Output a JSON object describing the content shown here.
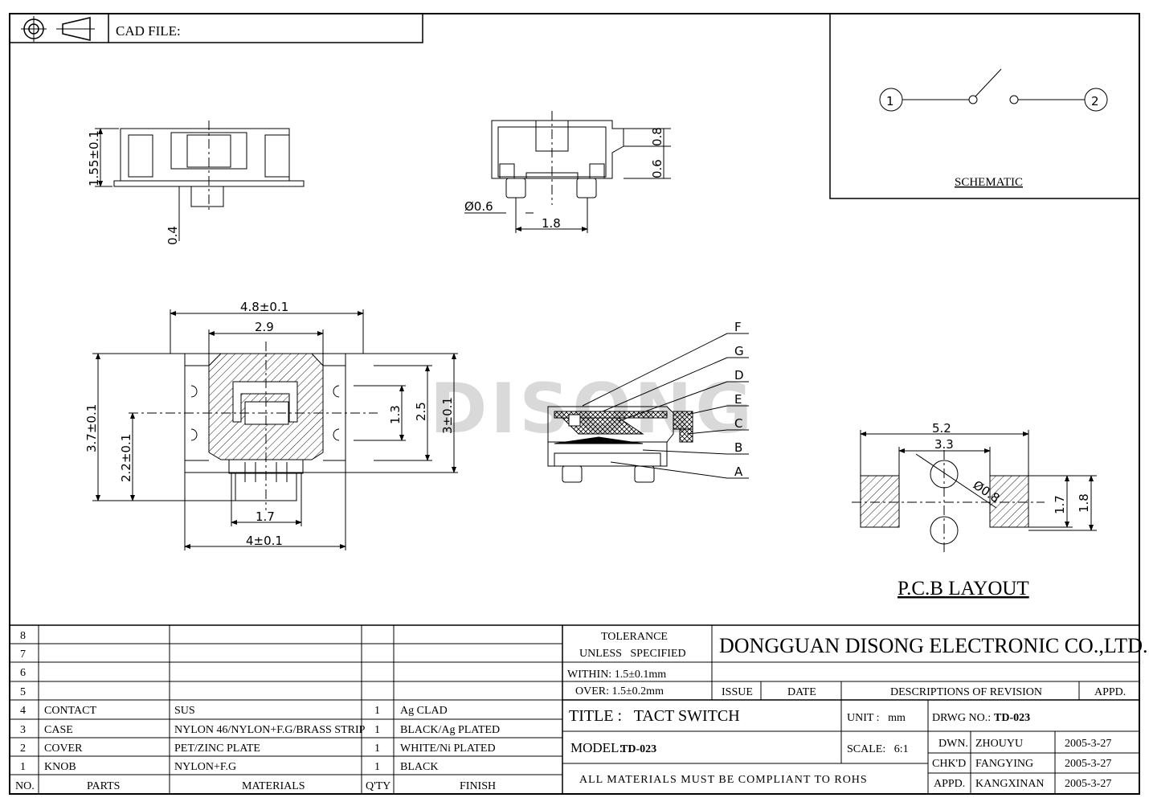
{
  "header": {
    "cad_file_label": "CAD FILE:"
  },
  "schematic": {
    "label": "SCHEMATIC",
    "pin1": "1",
    "pin2": "2"
  },
  "side_view": {
    "dim_height": "1.55±0.1",
    "dim_pin": "0.4"
  },
  "front_view": {
    "dim_dia": "Ø0.6",
    "dim_pitch": "1.8",
    "dim_08": "0.8",
    "dim_06": "0.6"
  },
  "top_view": {
    "dim_width": "4.8±0.1",
    "dim_inner": "2.9",
    "dim_height": "3.7±0.1",
    "dim_22": "2.2±0.1",
    "dim_13": "1.3",
    "dim_25": "2.5",
    "dim_3": "3±0.1",
    "dim_17": "1.7",
    "dim_4": "4±0.1"
  },
  "watermark": "DISONG",
  "section": {
    "labels": [
      "F",
      "G",
      "D",
      "E",
      "C",
      "B",
      "A"
    ]
  },
  "pcb": {
    "title": "P.C.B LAYOUT",
    "dim_52": "5.2",
    "dim_33": "3.3",
    "dim_dia": "Ø0.8",
    "dim_17": "1.7",
    "dim_18": "1.8"
  },
  "bom": {
    "empty_rows": [
      "8",
      "7",
      "6",
      "5"
    ],
    "rows": [
      {
        "no": "4",
        "part": "CONTACT",
        "material": "SUS",
        "qty": "1",
        "finish": "Ag CLAD"
      },
      {
        "no": "3",
        "part": "CASE",
        "material": "NYLON 46/NYLON+F.G/BRASS STRIP",
        "qty": "1",
        "finish": "BLACK/Ag PLATED"
      },
      {
        "no": "2",
        "part": "COVER",
        "material": "PET/ZINC PLATE",
        "qty": "1",
        "finish": "WHITE/Ni PLATED"
      },
      {
        "no": "1",
        "part": "KNOB",
        "material": "NYLON+F.G",
        "qty": "1",
        "finish": "BLACK"
      }
    ],
    "headers": {
      "no": "NO.",
      "parts": "PARTS",
      "materials": "MATERIALS",
      "qty": "Q'TY",
      "finish": "FINISH"
    }
  },
  "title_block": {
    "tolerance_1": "TOLERANCE",
    "tolerance_2": "UNLESS   SPECIFIED",
    "within": "WITHIN: 1.5±0.1mm",
    "over": "OVER: 1.5±0.2mm",
    "company": "DONGGUAN DISONG ELECTRONIC CO.,LTD.",
    "issue": "ISSUE",
    "date": "DATE",
    "descriptions": "DESCRIPTIONS OF REVISION",
    "appd": "APPD.",
    "title": "TITLE :   TACT SWITCH",
    "unit": "UNIT :   mm",
    "drwg_label": "DRWG NO.:",
    "drwg_value": "TD-023",
    "model_label": "MODEL:",
    "model_value": "TD-023",
    "scale": "SCALE:   6:1",
    "rohs": "ALL MATERIALS MUST BE COMPLIANT TO ROHS",
    "dwn_label": "DWN.",
    "dwn_name": "ZHOUYU",
    "dwn_date": "2005-3-27",
    "chkd_label": "CHK'D",
    "chkd_name": "FANGYING",
    "chkd_date": "2005-3-27",
    "appd_label": "APPD.",
    "appd_name": "KANGXINAN",
    "appd_date": "2005-3-27"
  }
}
